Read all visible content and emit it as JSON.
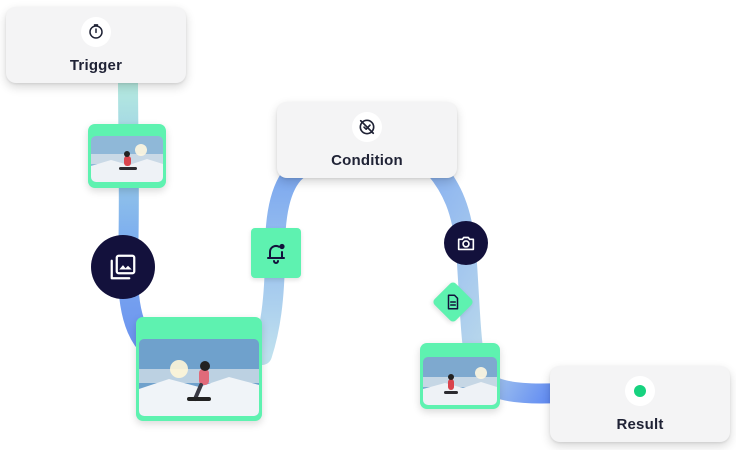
{
  "nodes": {
    "trigger": {
      "label": "Trigger",
      "icon": "timer-icon"
    },
    "condition": {
      "label": "Condition",
      "icon": "disabled-check-icon"
    },
    "result": {
      "label": "Result",
      "icon": "status-dot-icon"
    }
  },
  "badges": {
    "gallery": {
      "icon": "photo-library-icon"
    },
    "notification": {
      "icon": "notification-bell-icon"
    },
    "camera": {
      "icon": "camera-icon"
    },
    "document": {
      "icon": "document-icon"
    }
  },
  "thumbnails": [
    {
      "icon": "snowboarder-photo"
    },
    {
      "icon": "snowboarder-photo"
    },
    {
      "icon": "snowboarder-photo"
    }
  ],
  "colors": {
    "accent_green": "#5ef2b0",
    "badge_navy": "#13113c",
    "card_bg": "#f4f4f5",
    "status_green": "#17d27f",
    "path_blue": "#6f9bf2",
    "path_mint": "#aee3e6"
  }
}
